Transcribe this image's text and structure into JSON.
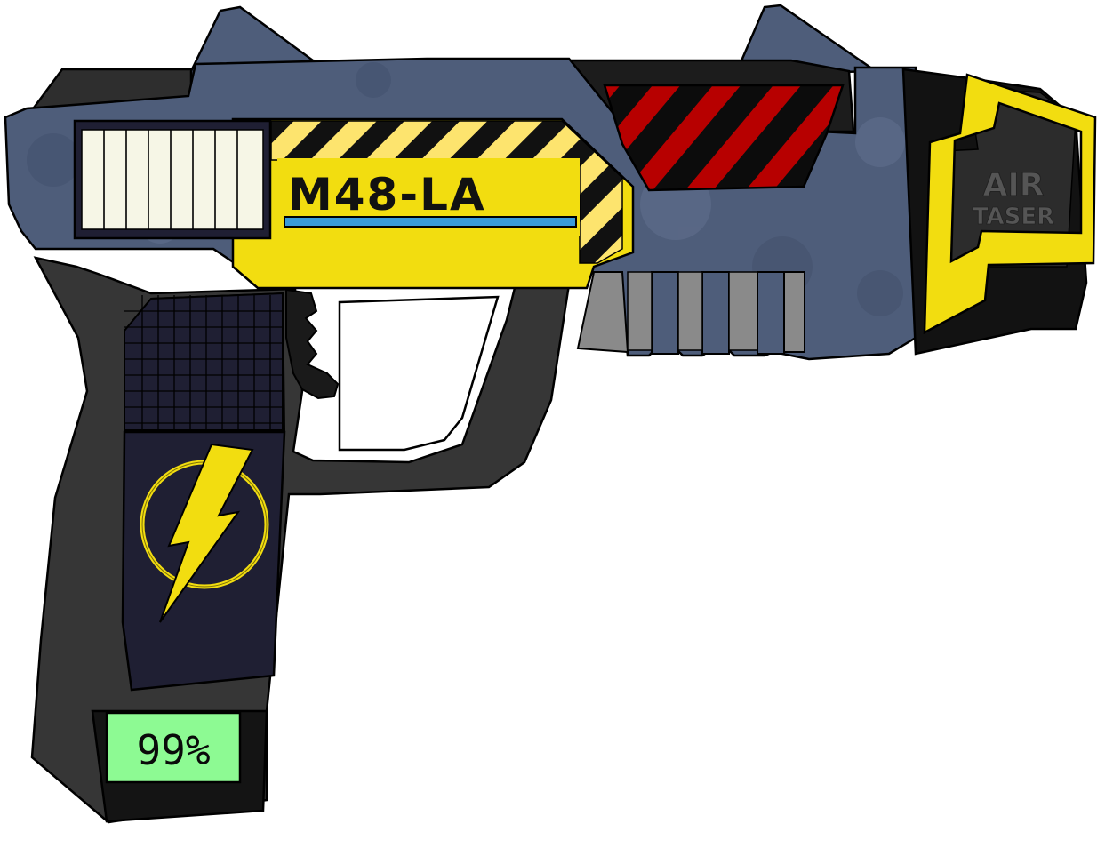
{
  "device": {
    "model_label": "M48-LA",
    "brand_line1": "AIR",
    "brand_line2": "TASER",
    "battery_readout": "99%"
  },
  "icons": {
    "emblem": "lightning-bolt-icon"
  },
  "colors": {
    "body_blue": "#4e5d7a",
    "accent_yellow": "#f2dd10",
    "hazard_red": "#b70000",
    "grip_dark": "#363636",
    "panel_navy": "#1f1f33",
    "lcd_green": "#8dfa93"
  }
}
